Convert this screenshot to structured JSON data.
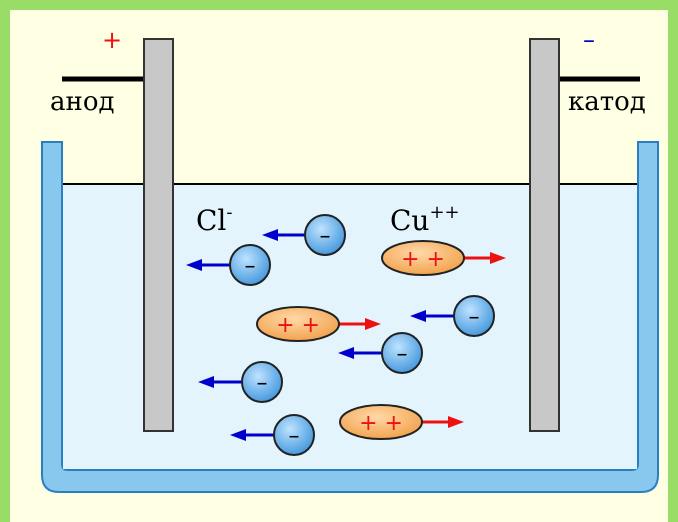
{
  "labels": {
    "anode": "анод",
    "cathode": "катод",
    "anode_sign": "+",
    "cathode_sign": "–",
    "anion": "Cl",
    "anion_charge": "-",
    "cation": "Cu",
    "cation_charge": "++",
    "ion_minus": "–",
    "ion_plus": "+ +"
  },
  "colors": {
    "background": "#99dd66",
    "panel": "#ffffe4",
    "vessel": "#88c8ee",
    "vessel_stroke": "#2a7fc0",
    "solution": "#e4f4fd",
    "electrode": "#c8c8c8",
    "anion": "#55aaee",
    "cation": "#f5b060",
    "anion_arrow": "#0000cc",
    "cation_arrow": "#ee1111",
    "sign_plus": "#ee1111",
    "sign_minus": "#0000cc"
  },
  "icons": {
    "anion": "chloride-ion-icon",
    "cation": "copper-ion-icon",
    "arrow": "arrow-icon"
  }
}
